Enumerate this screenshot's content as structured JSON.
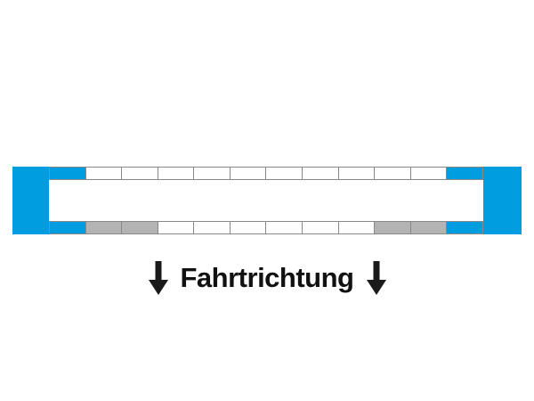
{
  "diagram": {
    "colors": {
      "blue": "#009EE0",
      "gray": "#B3B3B3",
      "white": "#FFFFFF",
      "border": "#888888"
    },
    "left_end_block": "blue",
    "right_end_block": "blue",
    "top_row_cells": [
      "blue",
      "white",
      "white",
      "white",
      "white",
      "white",
      "white",
      "white",
      "white",
      "white",
      "white",
      "blue"
    ],
    "bottom_row_cells": [
      "blue",
      "gray",
      "gray",
      "white",
      "white",
      "white",
      "white",
      "white",
      "white",
      "gray",
      "gray",
      "blue"
    ]
  },
  "caption": {
    "label": "Fahrtrichtung",
    "left_arrow_icon": "down-arrow",
    "right_arrow_icon": "down-arrow",
    "text_color": "#111111",
    "arrow_color": "#1A1A1A"
  }
}
